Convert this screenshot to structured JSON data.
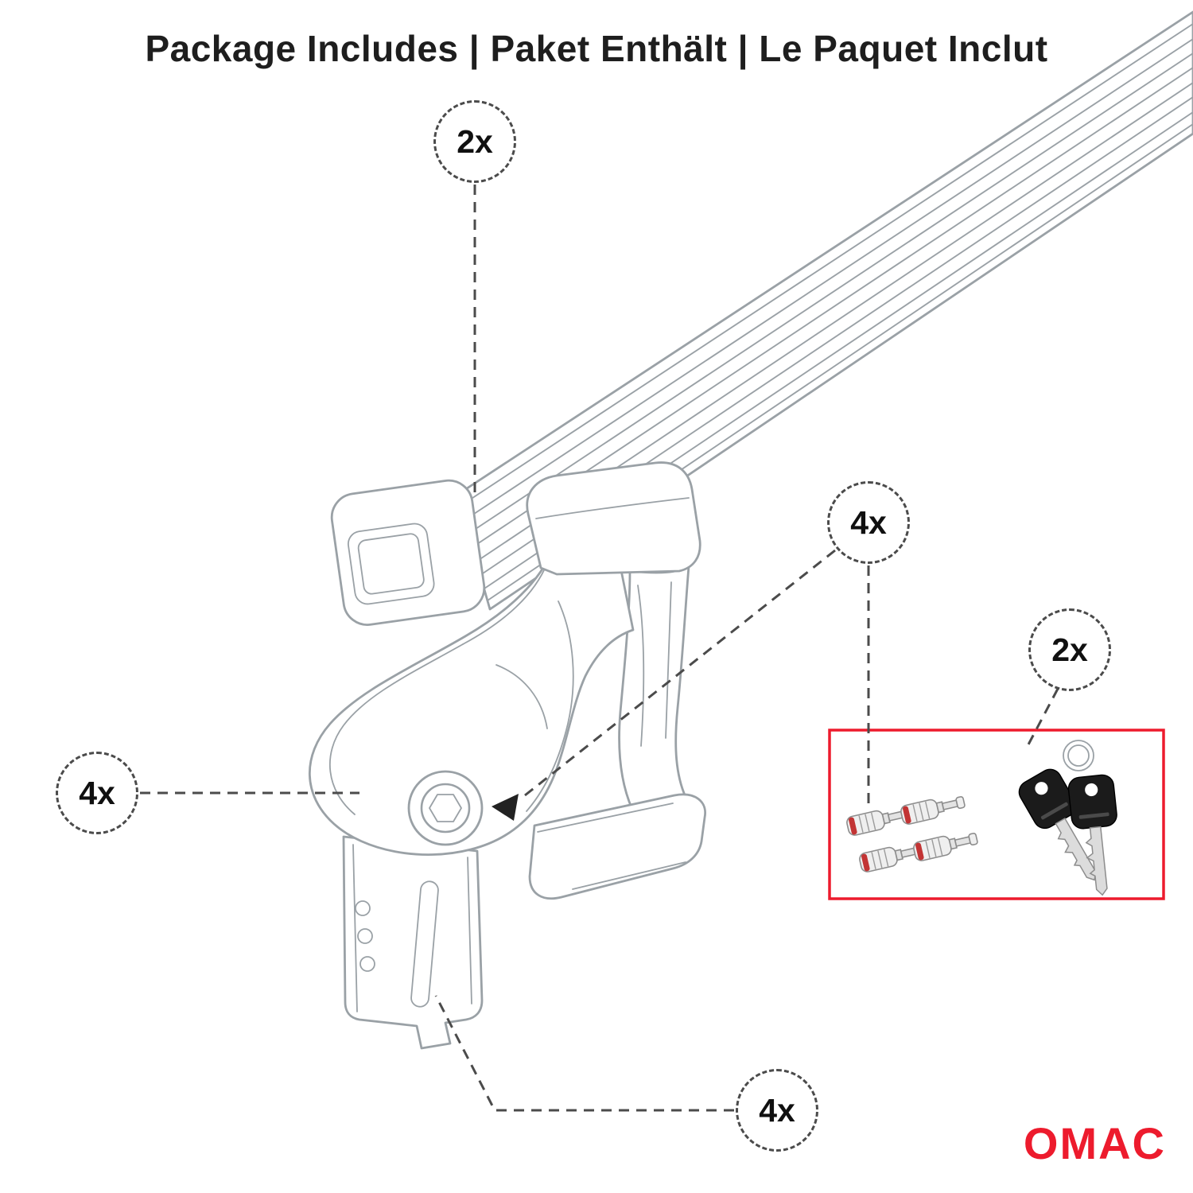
{
  "title": "Package Includes | Paket Enthält | Le Paquet Inclut",
  "callouts": {
    "crossbar_qty": "2x",
    "locks_qty": "4x",
    "keys_qty": "2x",
    "foot_qty": "4x",
    "clamp_qty": "4x"
  },
  "logo_text": "OMAC",
  "colors": {
    "accent_red": "#ED1B2D",
    "drawing_gray": "#9aa1a6",
    "callout_gray": "#4b4b4b",
    "text_dark": "#1e1e1e"
  }
}
